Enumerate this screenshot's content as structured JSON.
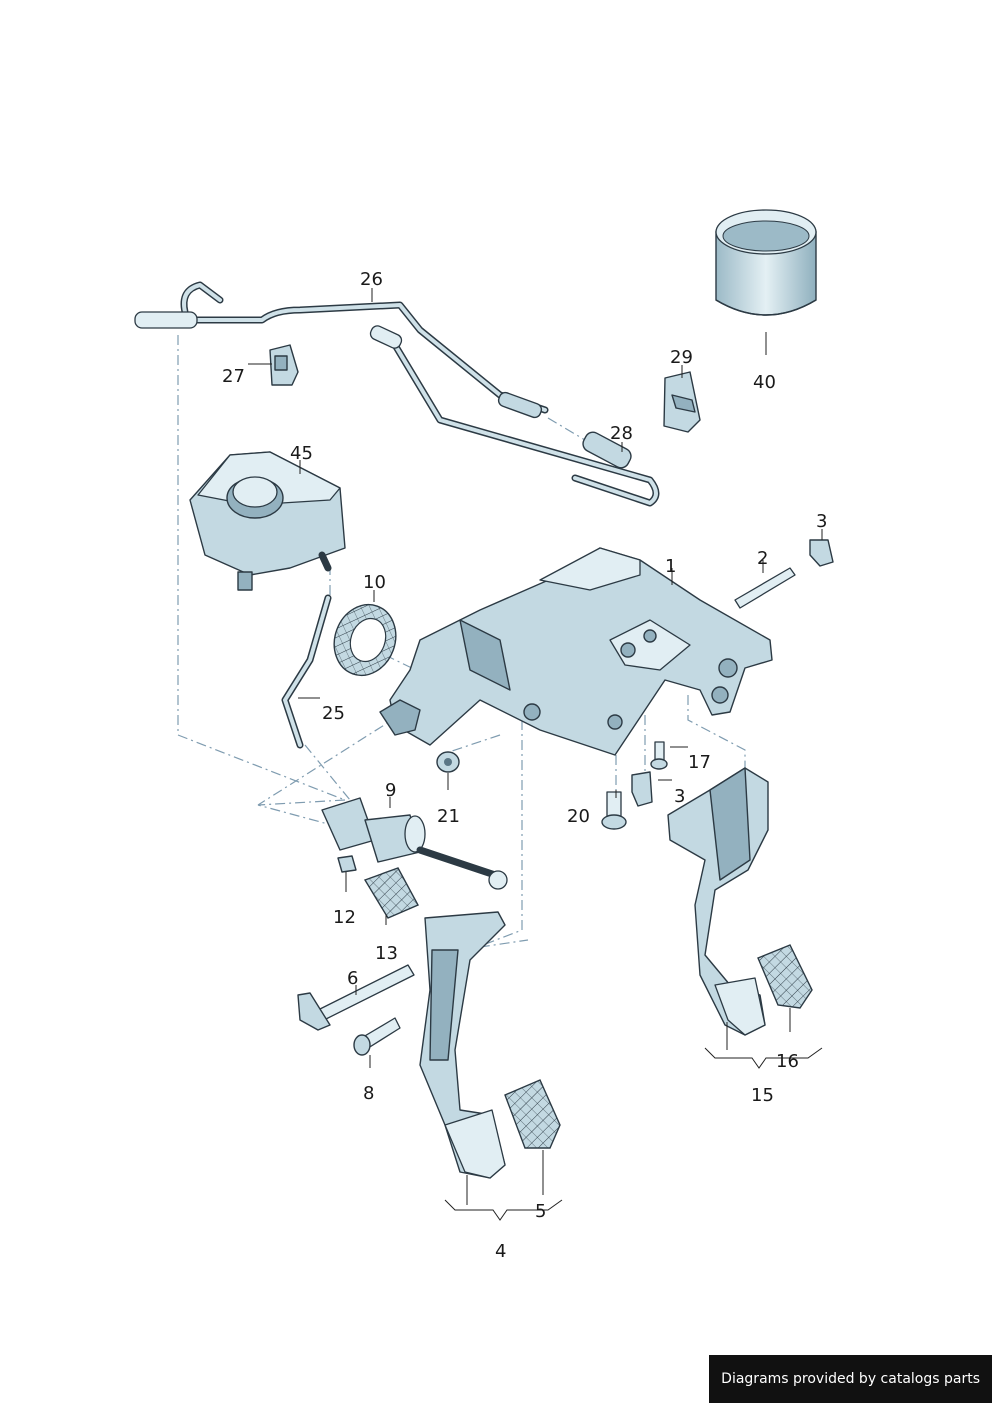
{
  "callouts": {
    "c1": "1",
    "c2": "2",
    "c3a": "3",
    "c3b": "3",
    "c4": "4",
    "c5": "5",
    "c6": "6",
    "c8": "8",
    "c9": "9",
    "c10": "10",
    "c12": "12",
    "c13": "13",
    "c15": "15",
    "c16": "16",
    "c17": "17",
    "c20": "20",
    "c21": "21",
    "c25": "25",
    "c26": "26",
    "c27": "27",
    "c28": "28",
    "c29": "29",
    "c40": "40",
    "c45": "45"
  },
  "footer": {
    "text": "Diagrams provided by catalogs parts"
  }
}
